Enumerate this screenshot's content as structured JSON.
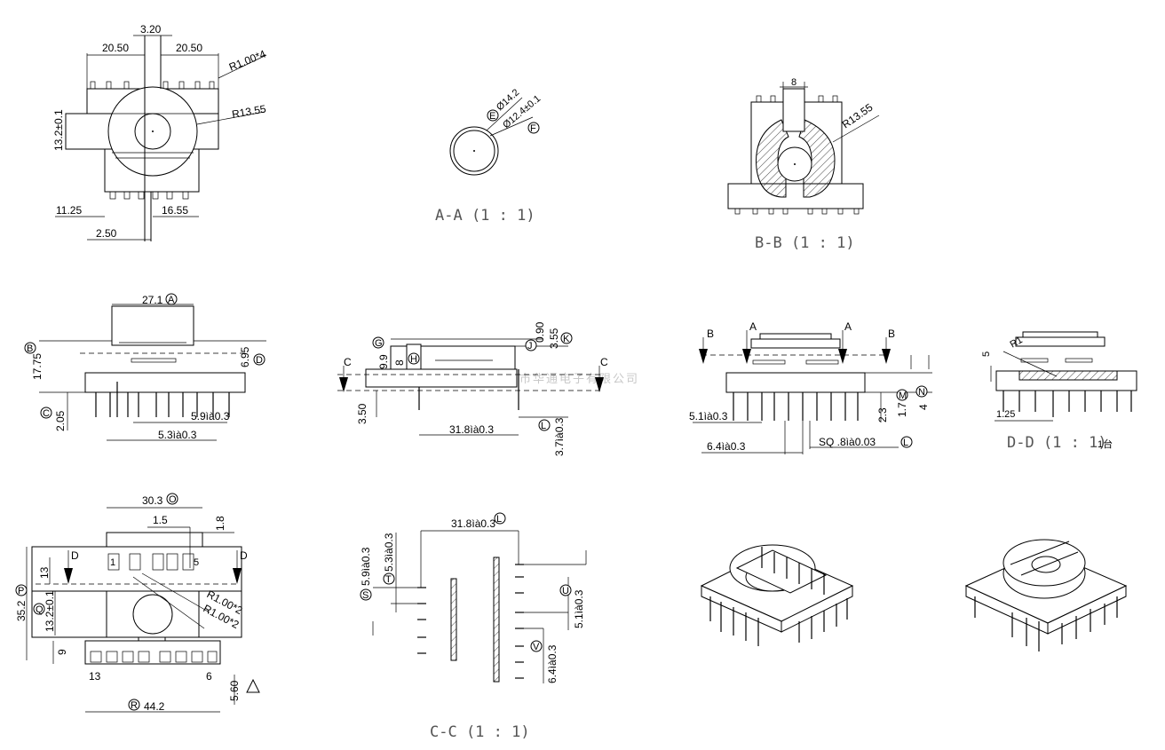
{
  "watermark": "东莞市华通电子有限公司",
  "top_view": {
    "dims": [
      "3.20",
      "20.50",
      "20.50",
      "R1.00*4",
      "R13.55",
      "13.2±0.1",
      "11.25",
      "16.55",
      "2.50"
    ]
  },
  "section_aa": {
    "dims": [
      "Ø14.2",
      "Ø12.4±0.1"
    ],
    "markers": [
      "E",
      "F"
    ],
    "caption": "A-A  (1 : 1)"
  },
  "section_bb": {
    "dims": [
      "8",
      "R13.55"
    ],
    "caption": "B-B  (1 : 1)"
  },
  "front_view": {
    "dims": [
      "27.1",
      "17.75",
      "6.95",
      "2.05",
      "5.9ìà0.3",
      "5.3ìà0.3"
    ],
    "markers": [
      "A",
      "B",
      "D",
      "C"
    ]
  },
  "side_view": {
    "dims": [
      "0.90",
      "3.55",
      "9.9",
      "8",
      "3.50",
      "31.8ìà0.3",
      "3.7ìà0.3"
    ],
    "markers": [
      "G",
      "H",
      "J",
      "K",
      "L"
    ],
    "section_labels": [
      "C",
      "C"
    ]
  },
  "front_view2": {
    "dims": [
      "5.1ìà0.3",
      "6.4ìà0.3",
      "SQ .8ìà0.03",
      "2.3",
      "1.7",
      "4"
    ],
    "markers": [
      "M",
      "N",
      "L"
    ],
    "section_labels": [
      "B",
      "A",
      "A",
      "B"
    ]
  },
  "section_dd": {
    "dims": [
      "R1",
      "5",
      "1.25"
    ],
    "caption": "D-D  (1 : 1)",
    "note": "1台"
  },
  "bottom_view": {
    "dims": [
      "30.3",
      "1.5",
      "1.8",
      "13",
      "35.2",
      "13.2±0.1",
      "R1.00*2",
      "R1.00*2",
      "9",
      "44.2",
      "5.60"
    ],
    "markers": [
      "O",
      "P",
      "Q",
      "R"
    ],
    "pin_labels": [
      "1",
      "5",
      "13",
      "6"
    ],
    "section_labels": [
      "D",
      "D"
    ]
  },
  "section_cc": {
    "dims": [
      "31.8ìà0.3",
      "5.9ìà0.3",
      "5.3ìà0.3",
      "5.1ìà0.3",
      "6.4ìà0.3"
    ],
    "markers": [
      "L",
      "S",
      "T",
      "U",
      "V"
    ],
    "caption": "C-C  (1 : 1)"
  }
}
